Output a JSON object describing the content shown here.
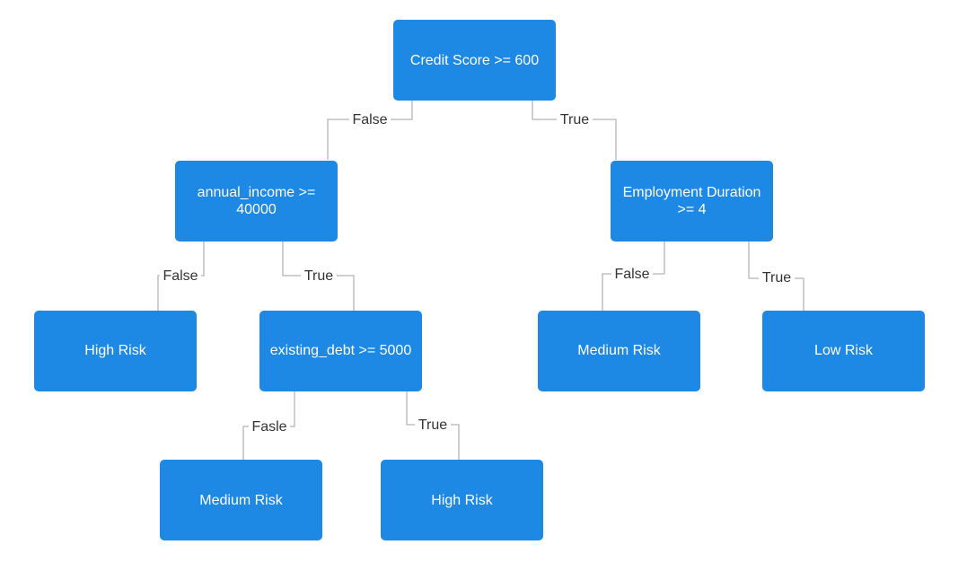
{
  "colors": {
    "node_fill": "#1e88e5",
    "node_text": "#ffffff",
    "edge_line": "#b5b5b5",
    "edge_label_text": "#333333",
    "background": "#ffffff"
  },
  "nodes": {
    "root": {
      "lines": [
        "Credit Score >= 600"
      ]
    },
    "income": {
      "lines": [
        "annual_income >=",
        "40000"
      ]
    },
    "employment": {
      "lines": [
        "Employment Duration",
        ">= 4"
      ]
    },
    "high_risk_1": {
      "lines": [
        "High Risk"
      ]
    },
    "debt": {
      "lines": [
        "existing_debt >= 5000"
      ]
    },
    "medium_risk_1": {
      "lines": [
        "Medium Risk"
      ]
    },
    "low_risk": {
      "lines": [
        "Low Risk"
      ]
    },
    "medium_risk_2": {
      "lines": [
        "Medium Risk"
      ]
    },
    "high_risk_2": {
      "lines": [
        "High Risk"
      ]
    }
  },
  "edges": {
    "root_false": {
      "from": "root",
      "to": "income",
      "label": "False"
    },
    "root_true": {
      "from": "root",
      "to": "employment",
      "label": "True"
    },
    "income_false": {
      "from": "income",
      "to": "high_risk_1",
      "label": "False"
    },
    "income_true": {
      "from": "income",
      "to": "debt",
      "label": "True"
    },
    "employment_false": {
      "from": "employment",
      "to": "medium_risk_1",
      "label": "False"
    },
    "employment_true": {
      "from": "employment",
      "to": "low_risk",
      "label": "True"
    },
    "debt_false": {
      "from": "debt",
      "to": "medium_risk_2",
      "label": "Fasle"
    },
    "debt_true": {
      "from": "debt",
      "to": "high_risk_2",
      "label": "True"
    }
  }
}
